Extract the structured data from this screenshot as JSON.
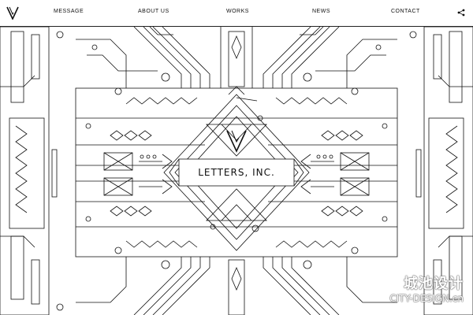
{
  "header": {
    "nav": [
      {
        "id": "message",
        "label": "MESSAGE"
      },
      {
        "id": "about",
        "label": "ABOUT US"
      },
      {
        "id": "works",
        "label": "WORKS"
      },
      {
        "id": "news",
        "label": "NEWS"
      },
      {
        "id": "contact",
        "label": "CONTACT"
      }
    ],
    "logo_icon": "v-logo-icon",
    "share_icon": "share-icon"
  },
  "hero": {
    "title": "LETTERS, INC."
  },
  "watermark": {
    "line1": "城池设计",
    "line2": "CITY-DESIGN.cn"
  },
  "colors": {
    "line": "#111111",
    "background": "#ffffff"
  }
}
